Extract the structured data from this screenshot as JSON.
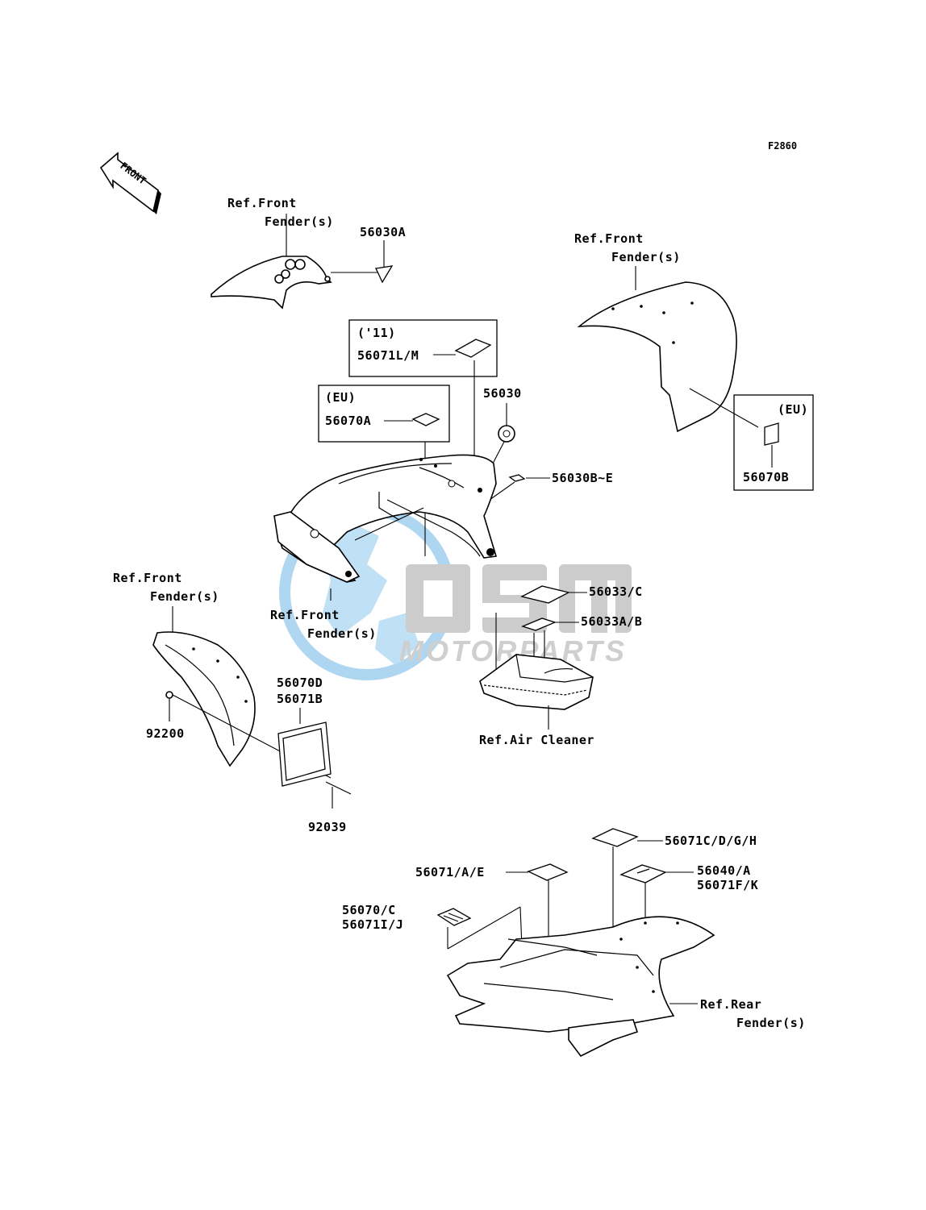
{
  "diagram": {
    "figure_code": "F2860",
    "front_arrow_label": "FRONT",
    "watermark": {
      "logo_text": "OSM",
      "brand_text": "MOTORPARTS"
    },
    "callouts": {
      "ref_front_fender_top_left": [
        "Ref.Front",
        "Fender(s)"
      ],
      "part_56030A": "56030A",
      "ref_front_fender_top_right": [
        "Ref.Front",
        "Fender(s)"
      ],
      "box_11": {
        "variant": "('11)",
        "part": "56071L/M"
      },
      "box_eu_left": {
        "variant": "(EU)",
        "part": "56070A"
      },
      "part_56030": "56030",
      "part_56030B_E": "56030B~E",
      "box_eu_right": {
        "variant": "(EU)",
        "part": "56070B"
      },
      "ref_front_fender_mid_left": [
        "Ref.Front",
        "Fender(s)"
      ],
      "ref_front_fender_center": [
        "Ref.Front",
        "Fender(s)"
      ],
      "part_56033C": "56033/C",
      "part_56033AB": "56033A/B",
      "parts_56070D_56071B": [
        "56070D",
        "56071B"
      ],
      "part_92200": "92200",
      "ref_air_cleaner": "Ref.Air Cleaner",
      "part_92039": "92039",
      "part_56071CDGH": "56071C/D/G/H",
      "part_56071AE": "56071/A/E",
      "parts_56040A_56071FK": [
        "56040/A",
        "56071F/K"
      ],
      "parts_56070C_56071IJ": [
        "56070/C",
        "56071I/J"
      ],
      "ref_rear_fender": [
        "Ref.Rear",
        "Fender(s)"
      ]
    }
  }
}
